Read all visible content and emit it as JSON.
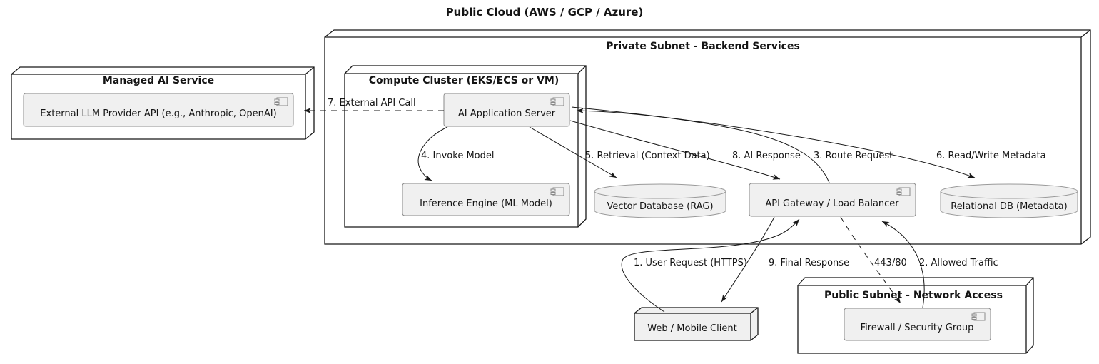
{
  "title": "Public Cloud (AWS / GCP / Azure)",
  "palette": {
    "component_fill": "#f0f0f0",
    "node_fill": "#f0f0f0",
    "border_dark": "#181818",
    "border_gray": "#8a8a8a",
    "background": "#ffffff"
  },
  "icons": {
    "component": "uml-component-icon"
  },
  "containers": {
    "private_subnet": {
      "label": "Private Subnet - Backend Services"
    },
    "managed_ai": {
      "label": "Managed AI Service"
    },
    "compute_cluster": {
      "label": "Compute Cluster (EKS/ECS or VM)"
    },
    "public_subnet": {
      "label": "Public Subnet - Network Access"
    }
  },
  "components": {
    "external_llm": {
      "label": "External LLM Provider API (e.g., Anthropic, OpenAI)"
    },
    "app_server": {
      "label": "AI Application Server"
    },
    "inference_engine": {
      "label": "Inference Engine (ML Model)"
    },
    "api_gateway": {
      "label": "API Gateway / Load Balancer"
    },
    "firewall": {
      "label": "Firewall / Security Group"
    }
  },
  "databases": {
    "vector_db": {
      "label": "Vector Database (RAG)"
    },
    "relational_db": {
      "label": "Relational DB (Metadata)"
    }
  },
  "nodes": {
    "web_client": {
      "label": "Web / Mobile Client"
    }
  },
  "edges": {
    "user_request": {
      "label": "1. User Request (HTTPS)"
    },
    "allowed_traffic": {
      "label": "2. Allowed Traffic"
    },
    "route_request": {
      "label": "3. Route Request"
    },
    "invoke_model": {
      "label": "4. Invoke Model"
    },
    "retrieval": {
      "label": "5. Retrieval (Context Data)"
    },
    "read_write_metadata": {
      "label": "6. Read/Write Metadata"
    },
    "external_api_call": {
      "label": "7. External API Call"
    },
    "ai_response": {
      "label": "8. AI Response"
    },
    "final_response": {
      "label": "9. Final Response"
    },
    "ports": {
      "label": "443/80"
    }
  }
}
